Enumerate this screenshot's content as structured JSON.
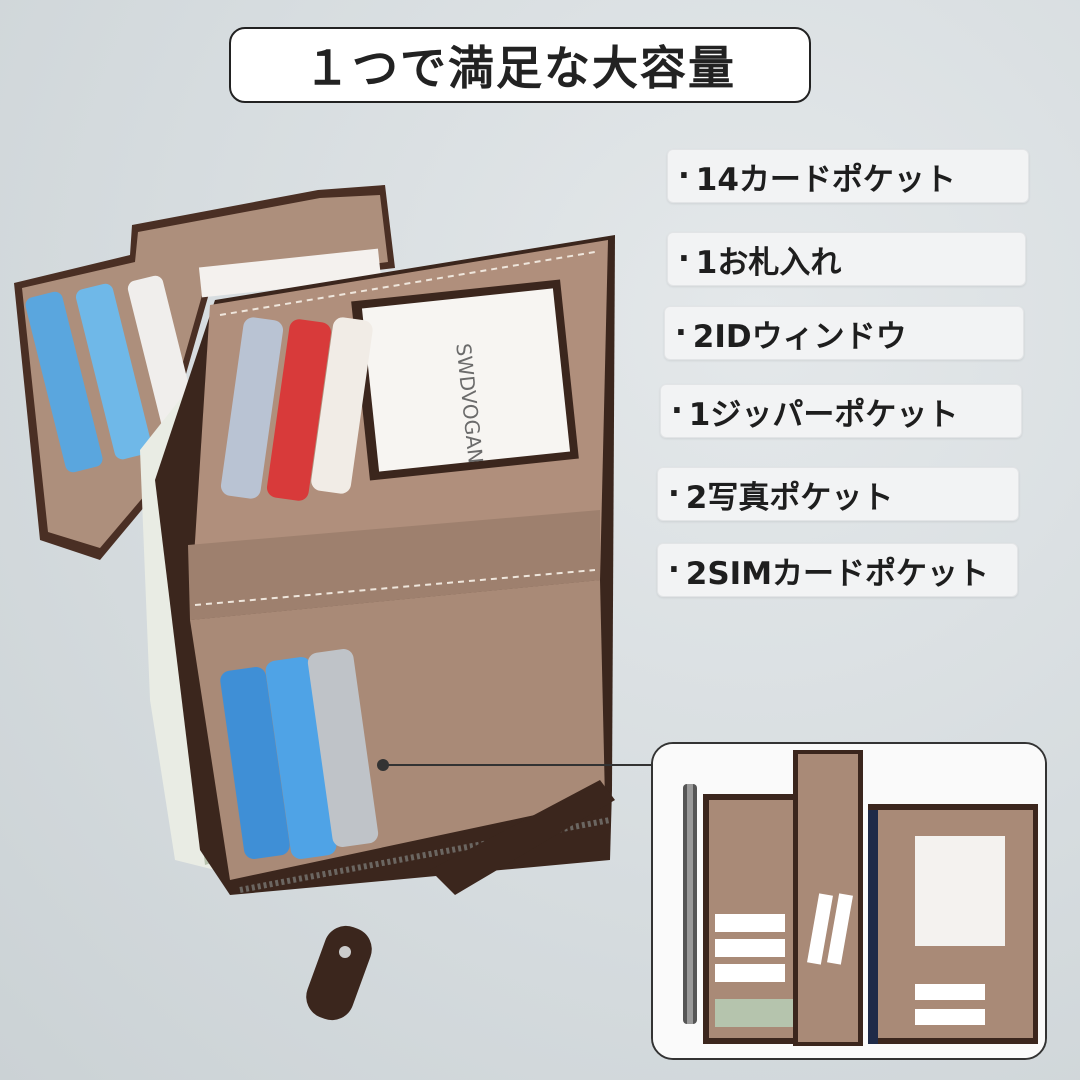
{
  "header": {
    "title": "１つで満足な大容量"
  },
  "features": [
    {
      "label": "14カードポケット"
    },
    {
      "label": "1お札入れ"
    },
    {
      "label": "2IDウィンドウ"
    },
    {
      "label": "1ジッパーポケット"
    },
    {
      "label": "2写真ポケット"
    },
    {
      "label": "2SIMカードポケット"
    }
  ],
  "product_photo": {
    "id_window_text": "SWDVOGAN"
  },
  "colors": {
    "leather_outer": "#5a3a2c",
    "leather_inner": "#a88a78",
    "card_blue": "#3f8fd6",
    "card_red": "#d83a3a"
  }
}
